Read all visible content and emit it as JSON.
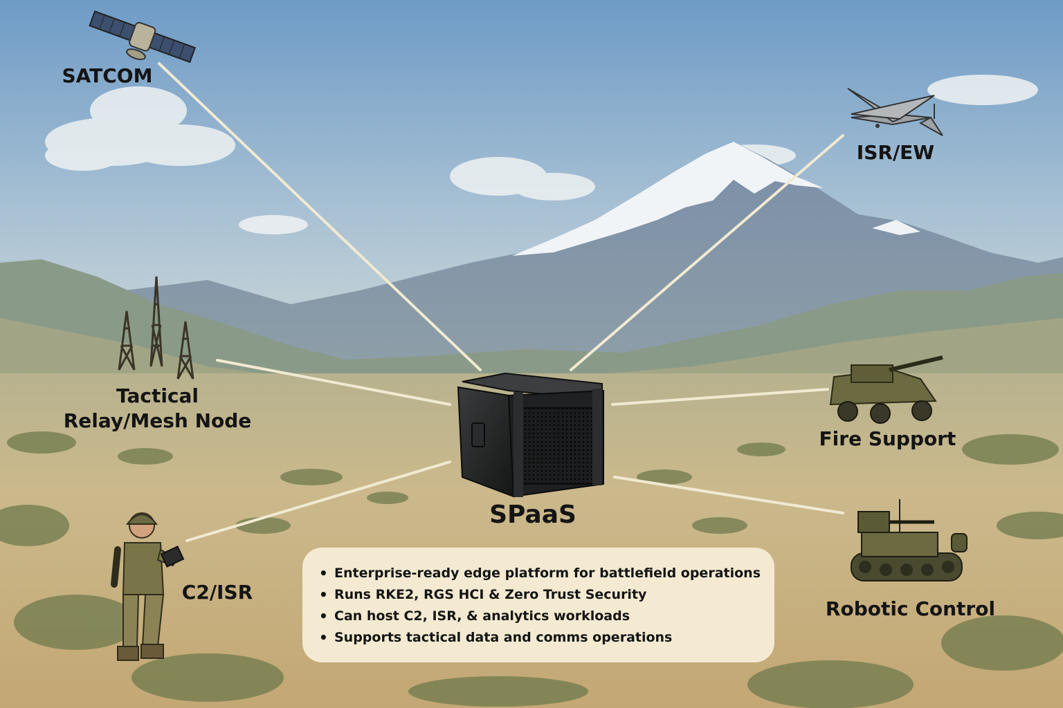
{
  "nodes": {
    "satcom": "SATCOM",
    "isr_ew": "ISR/EW",
    "relay": "Tactical\nRelay/Mesh Node",
    "fire_support": "Fire Support",
    "c2_isr": "C2/ISR",
    "robotic_control": "Robotic Control",
    "center": "SPaaS"
  },
  "features": [
    "Enterprise-ready edge platform for battlefield operations",
    "Runs RKE2, RGS HCI & Zero Trust Security",
    "Can host C2, ISR, & analytics workloads",
    "Supports tactical data and comms operations"
  ],
  "icons": {
    "satcom": "satellite-icon",
    "isr_ew": "drone-icon",
    "relay": "radio-tower-icon",
    "fire_support": "artillery-vehicle-icon",
    "c2_isr": "soldier-icon",
    "robotic_control": "robot-tank-icon",
    "center": "server-case-icon"
  },
  "colors": {
    "sky_top": "#7fa6c9",
    "sky_bottom": "#c9d6d8",
    "mountain": "#7d8fa6",
    "snow": "#f4f6f8",
    "plain": "#c8b488",
    "link_line": "#f1ead2",
    "info_box": "#f3ead1",
    "text": "#141414"
  }
}
